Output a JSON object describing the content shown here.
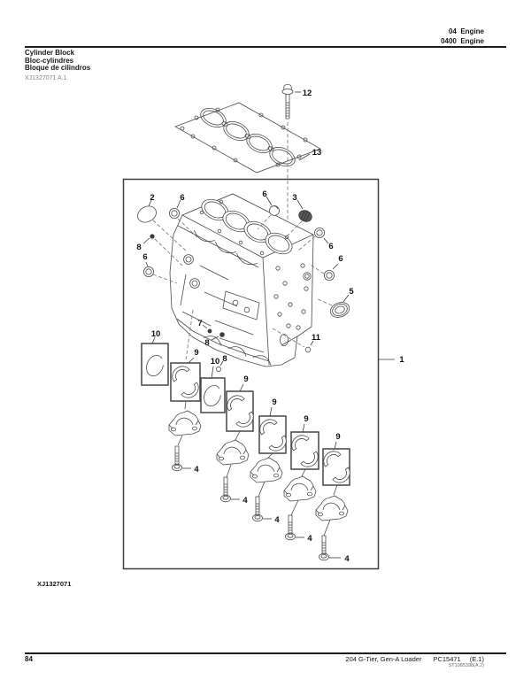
{
  "header": {
    "section_line1": "04  Engine",
    "section_line2": "0400  Engine"
  },
  "title": {
    "name_en": "Cylinder Block",
    "name_fr": "Bloc-cylindres",
    "name_es": "Bloque de cilindros",
    "revision": "XJ1327071 A.1"
  },
  "figure": {
    "figure_id": "XJ1327071",
    "callouts": {
      "c1": "1",
      "c2": "2",
      "c3": "3",
      "c4": "4",
      "c5": "5",
      "c6": "6",
      "c7": "7",
      "c8": "8",
      "c9": "9",
      "c10": "10",
      "c11": "11",
      "c12": "12",
      "c13": "13"
    }
  },
  "footer": {
    "page_number": "84",
    "model": "204 G-Tier, Gen-A Loader",
    "catalog_number": "PC15471",
    "edition": "(E.1)",
    "revision_code": "ST1085398(A.2)"
  }
}
